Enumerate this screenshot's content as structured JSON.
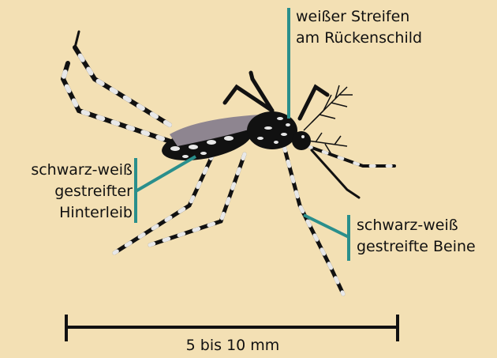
{
  "colors": {
    "background": "#f3e0b4",
    "pointer": "#2a8f8c",
    "body": "#111111",
    "stripes": "#e8e8e8",
    "wing": "#8e8590"
  },
  "labels": {
    "thorax": [
      "weißer Streifen",
      "am Rückenschild"
    ],
    "abdomen": [
      "schwarz-weiß",
      "gestreifter",
      "Hinterleib"
    ],
    "legs": [
      "schwarz-weiß",
      "gestreifte Beine"
    ]
  },
  "scale": {
    "text": "5 bis 10 mm"
  }
}
